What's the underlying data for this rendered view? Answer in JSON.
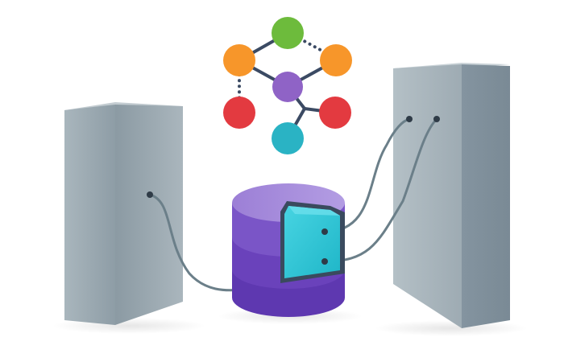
{
  "illustration": {
    "elements": [
      "left-server-tower",
      "right-server-tower",
      "database-cylinder",
      "molecule-network",
      "connecting-cables"
    ],
    "molecule": {
      "nodes": [
        {
          "id": "top",
          "color": "#6dbb3c"
        },
        {
          "id": "left",
          "color": "#f7962a"
        },
        {
          "id": "right",
          "color": "#f7962a"
        },
        {
          "id": "center",
          "color": "#8f63c6"
        },
        {
          "id": "bottom-left",
          "color": "#e33a40"
        },
        {
          "id": "bottom-right",
          "color": "#e33a40"
        },
        {
          "id": "bottom",
          "color": "#2ab3c4"
        }
      ]
    },
    "colors": {
      "tower_front": "#9eabb3",
      "tower_side": "#7b8a93",
      "database_top": "#a58ad8",
      "database_body": "#6e45bd",
      "database_panel": "#2cc4d6",
      "cable": "#6a7f89",
      "node_connector": "#3b4a63"
    }
  }
}
